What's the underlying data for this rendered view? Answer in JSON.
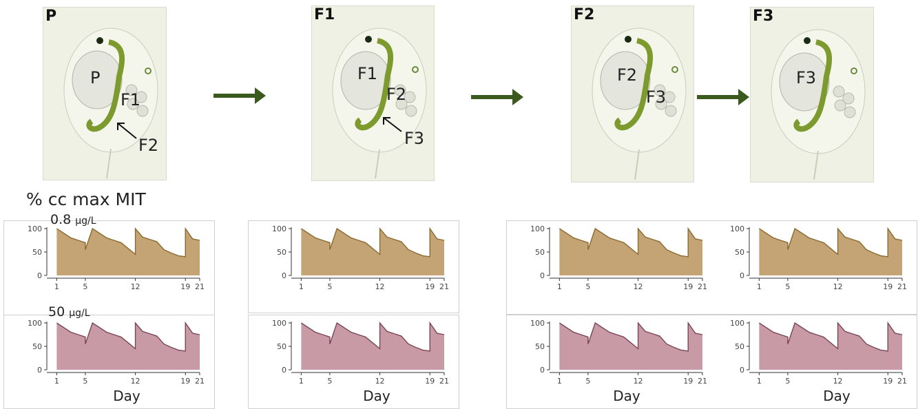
{
  "generations": [
    {
      "tag": "P",
      "body_labels": [
        "P",
        "F1",
        "F2"
      ]
    },
    {
      "tag": "F1",
      "body_labels": [
        "F1",
        "F2",
        "F3"
      ]
    },
    {
      "tag": "F2",
      "body_labels": [
        "F2",
        "F3"
      ]
    },
    {
      "tag": "F3",
      "body_labels": [
        "F3"
      ]
    }
  ],
  "y_axis_title": "% cc max MIT",
  "x_axis_title": "Day",
  "rows": [
    {
      "value": "0.8",
      "unit": "µg/L",
      "fill": "#c4a474",
      "stroke": "#8a6a2e"
    },
    {
      "value": "50",
      "unit": "µg/L",
      "fill": "#c79aa6",
      "stroke": "#7a4656"
    }
  ],
  "arrow_color": "#3a5a1e",
  "chart_data": [
    {
      "type": "area",
      "x": [
        1,
        3,
        4,
        5,
        5,
        6,
        8,
        9,
        10,
        12,
        12,
        13,
        14,
        15,
        16,
        17,
        18,
        19,
        19,
        20,
        21
      ],
      "y": [
        100,
        80,
        75,
        70,
        55,
        100,
        80,
        75,
        70,
        45,
        100,
        82,
        77,
        72,
        55,
        48,
        42,
        40,
        100,
        78,
        75
      ],
      "ylim": [
        0,
        100
      ],
      "xlim": [
        0,
        21
      ],
      "yticks": [
        0,
        50,
        100
      ],
      "xticks": [
        1,
        5,
        12,
        19,
        21
      ]
    }
  ]
}
